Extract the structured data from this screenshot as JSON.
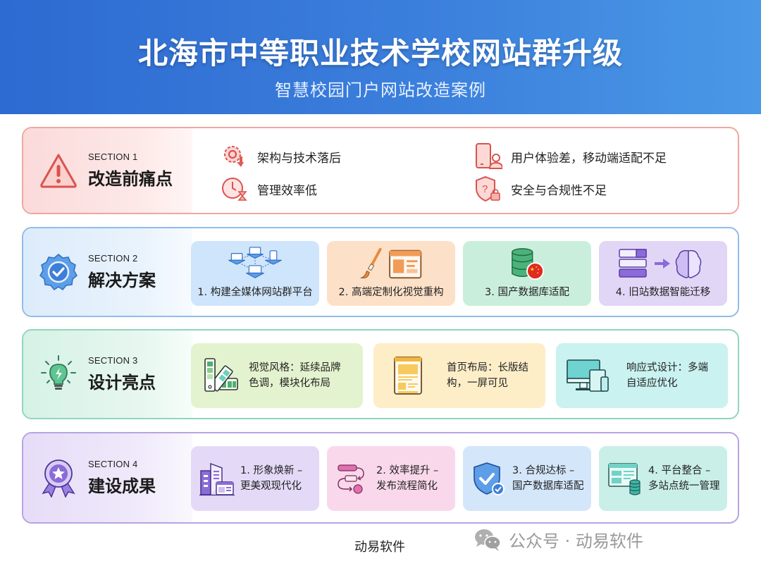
{
  "header": {
    "title": "北海市中等职业技术学校网站群升级",
    "subtitle": "智慧校园门户网站改造案例"
  },
  "sections": [
    {
      "number": "SECTION 1",
      "title": "改造前痛点",
      "icon": "warning-triangle-icon",
      "accent": "#e05a55",
      "items": [
        {
          "icon": "gear-down-arrow-icon",
          "text": "架构与技术落后"
        },
        {
          "icon": "clock-hourglass-icon",
          "text": "管理效率低"
        },
        {
          "icon": "mobile-user-icon",
          "text": "用户体验差，移动端适配不足"
        },
        {
          "icon": "shield-question-lock-icon",
          "text": "安全与合规性不足"
        }
      ]
    },
    {
      "number": "SECTION 2",
      "title": "解决方案",
      "icon": "verified-badge-icon",
      "accent": "#3b82e0",
      "items": [
        {
          "icon": "network-devices-icon",
          "text": "1. 构建全媒体网站群平台",
          "bg": "#cfe5fb"
        },
        {
          "icon": "paintbrush-layout-icon",
          "text": "2. 高端定制化视觉重构",
          "bg": "#fde0c8"
        },
        {
          "icon": "database-china-flag-icon",
          "text": "3. 国产数据库适配",
          "bg": "#c9efdc"
        },
        {
          "icon": "server-to-brain-icon",
          "text": "4. 旧站数据智能迁移",
          "bg": "#e2d6f7"
        }
      ]
    },
    {
      "number": "SECTION 3",
      "title": "设计亮点",
      "icon": "lightbulb-icon",
      "accent": "#3cb37e",
      "items": [
        {
          "icon": "color-palette-swatch-icon",
          "line1": "视觉风格：延续品牌",
          "line2": "色调，模块化布局",
          "bg": "#e4f3cf"
        },
        {
          "icon": "long-page-layout-icon",
          "line1": "首页布局：长版结",
          "line2": "构，一屏可见",
          "bg": "#fdeec8"
        },
        {
          "icon": "responsive-devices-icon",
          "line1": "响应式设计：多端",
          "line2": "自适应优化",
          "bg": "#c9f2f0"
        }
      ]
    },
    {
      "number": "SECTION 4",
      "title": "建设成果",
      "icon": "award-ribbon-icon",
      "accent": "#8a6ad6",
      "items": [
        {
          "icon": "building-window-icon",
          "line1": "1. 形象焕新 –",
          "line2": "更美观现代化",
          "bg": "#e4daf7"
        },
        {
          "icon": "workflow-icon",
          "line1": "2. 效率提升 –",
          "line2": "发布流程简化",
          "bg": "#fad8eb"
        },
        {
          "icon": "shield-check-icon",
          "line1": "3. 合规达标 –",
          "line2": "国产数据库适配",
          "bg": "#d4e6fa"
        },
        {
          "icon": "dashboard-database-icon",
          "line1": "4. 平台整合 –",
          "line2": "多站点统一管理",
          "bg": "#c9efe8"
        }
      ]
    }
  ],
  "footer": {
    "brand": "动易软件",
    "watermark": "公众号 · 动易软件"
  }
}
